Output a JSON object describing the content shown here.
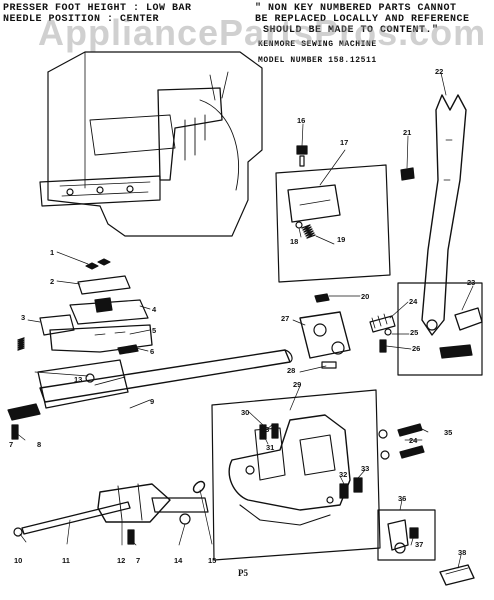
{
  "header": {
    "presser_foot": "PRESSER FOOT HEIGHT : LOW BAR",
    "needle_position": "NEEDLE POSITION : CENTER",
    "notice_line1": "\" NON KEY NUMBERED PARTS CANNOT",
    "notice_line2": "BE REPLACED LOCALLY AND REFERENCE",
    "notice_line3": "SHOULD BE MADE TO CONTENT.\"",
    "machine": "KENMORE SEWING MACHINE",
    "model": "MODEL NUMBER 158.12511"
  },
  "watermark": "AppliancePartsPros.com",
  "page_label": "P5",
  "callouts": [
    "1",
    "2",
    "3",
    "4",
    "5",
    "6",
    "7",
    "8",
    "9",
    "10",
    "11",
    "12",
    "7",
    "14",
    "15",
    "16",
    "17",
    "18",
    "19",
    "20",
    "21",
    "22",
    "23",
    "24",
    "25",
    "26",
    "27",
    "28",
    "29",
    "30",
    "33",
    "31",
    "24",
    "35",
    "32",
    "33",
    "36",
    "37",
    "38",
    "13"
  ]
}
